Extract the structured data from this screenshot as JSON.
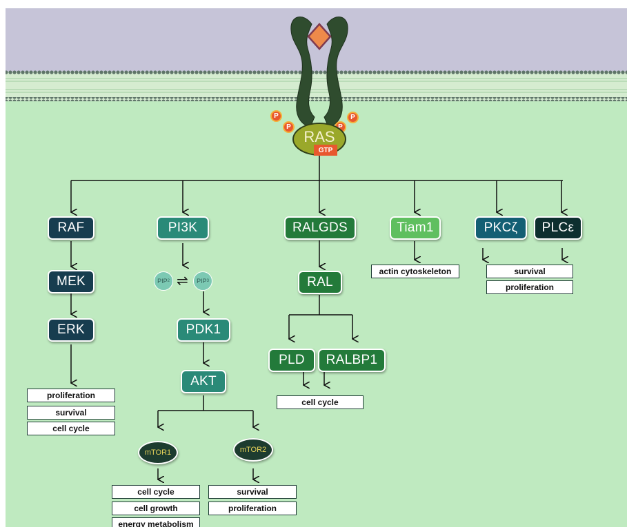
{
  "receptor": {
    "ras_label": "RAS",
    "gtp_label": "GTP",
    "phospho_label": "P"
  },
  "pathways": {
    "raf": {
      "label": "RAF",
      "mek": "MEK",
      "erk": "ERK",
      "outputs": [
        "proliferation",
        "survival",
        "cell cycle"
      ]
    },
    "pi3k": {
      "label": "PI3K",
      "pip2": "PIP",
      "pip2_sub": "2",
      "pip3": "PIP",
      "pip3_sub": "3",
      "equilibrium": "⇌",
      "pdk1": "PDK1",
      "akt": "AKT",
      "mtor1": {
        "label": "mTOR1",
        "outputs": [
          "cell cycle",
          "cell growth",
          "energy metabolism"
        ]
      },
      "mtor2": {
        "label": "mTOR2",
        "outputs": [
          "survival",
          "proliferation"
        ]
      }
    },
    "ralgds": {
      "label": "RALGDS",
      "ral": "RAL",
      "pld": "PLD",
      "ralbp1": "RALBP1",
      "outputs": [
        "cell cycle"
      ]
    },
    "tiam1": {
      "label": "Tiam1",
      "outputs": [
        "actin cytoskeleton"
      ]
    },
    "pkcz": {
      "label": "PKCζ"
    },
    "plce": {
      "label": "PLCε"
    },
    "pkc_plc_outputs": [
      "survival",
      "proliferation"
    ]
  },
  "colors": {
    "membrane_top": "#c6c4d8",
    "cytoplasm": "#bfeac0",
    "lipid_head": "#5f7569",
    "receptor": "#2f4c2e",
    "ligand": "#ee8a4a",
    "arrow": "#111111"
  }
}
